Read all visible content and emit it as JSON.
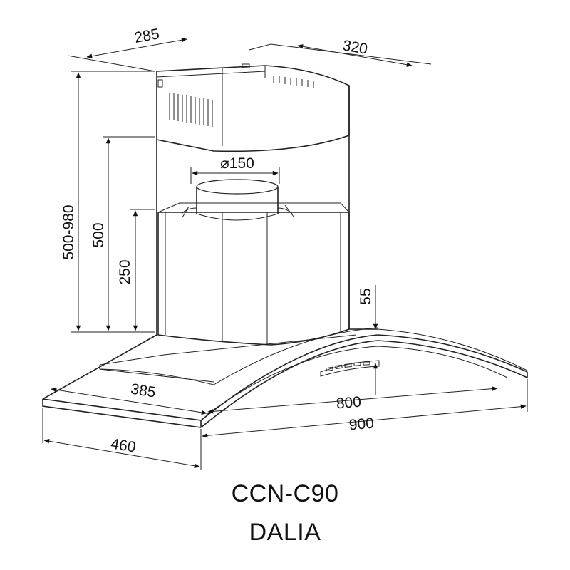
{
  "dimensions": {
    "chimney_depth": "285",
    "chimney_width": "320",
    "overall_height": "500-980",
    "lower_height": "500",
    "motor_height": "250",
    "duct_diameter": "⌀150",
    "canopy_thickness": "55",
    "inner_depth": "385",
    "inner_width": "800",
    "outer_width": "900",
    "outer_depth": "460"
  },
  "product": {
    "model": "CCN-C90",
    "name": "DALIA"
  }
}
